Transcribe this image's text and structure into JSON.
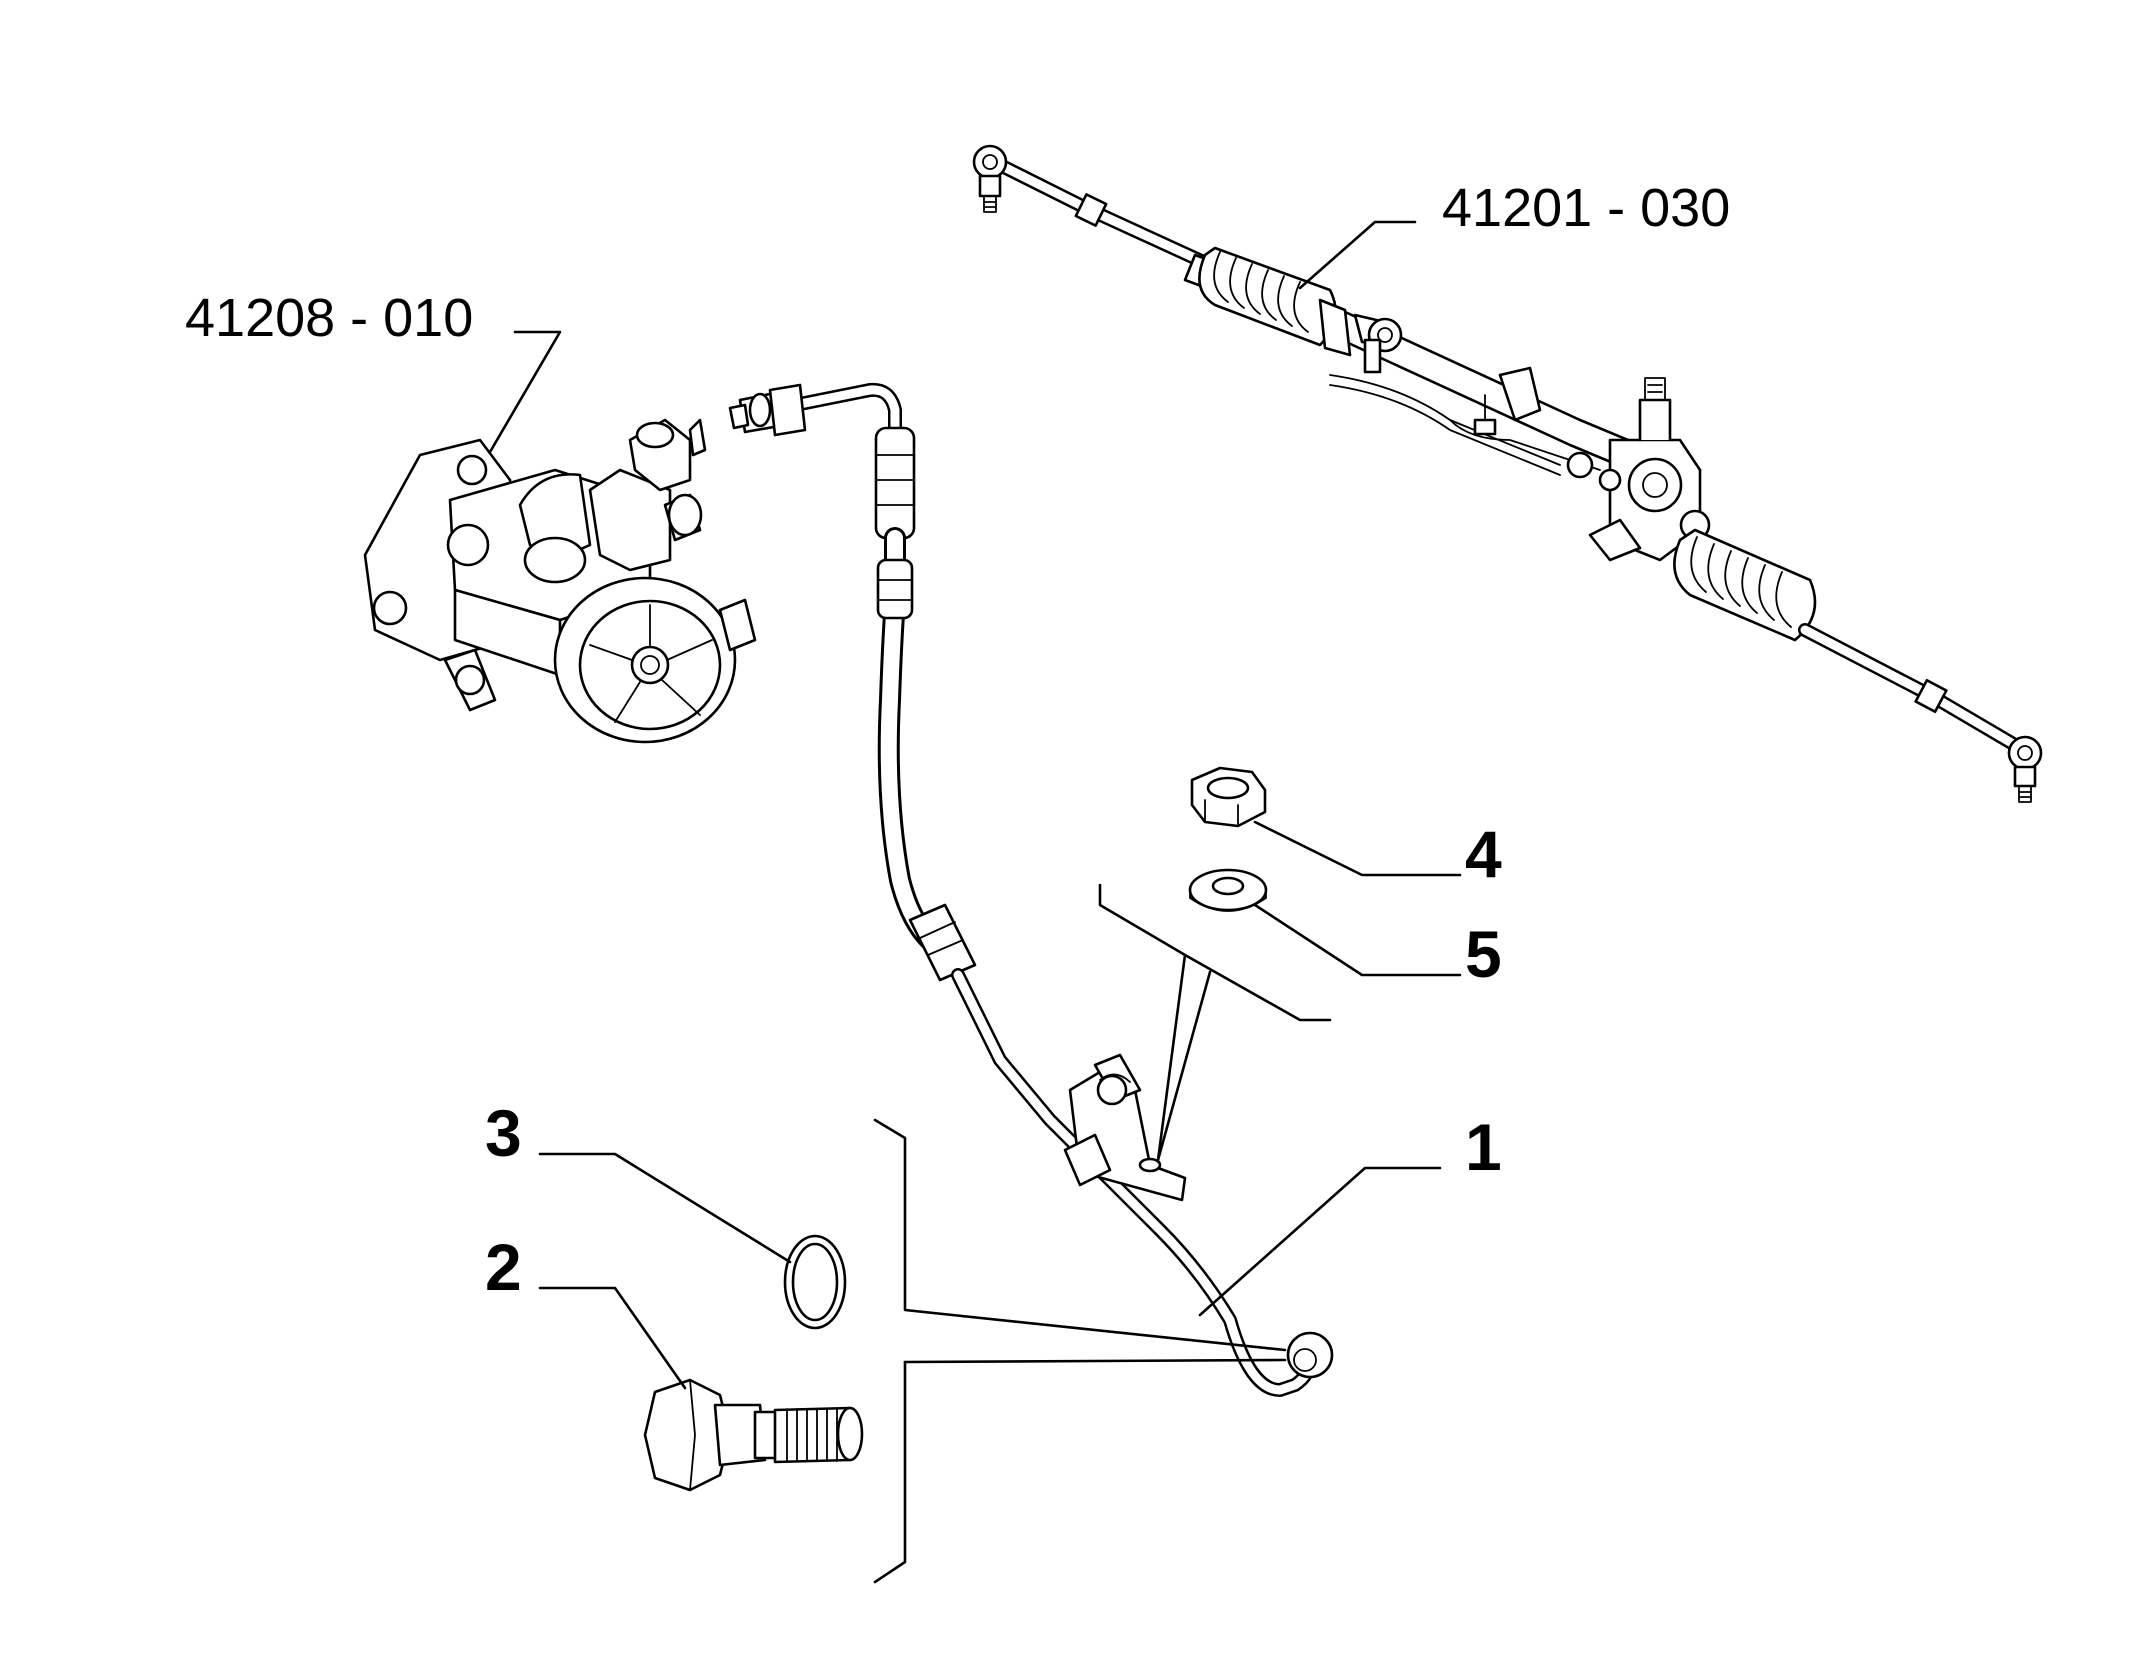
{
  "diagram": {
    "references": {
      "steering_rack": "41201 - 030",
      "power_steering_pump": "41208 - 010"
    },
    "part_numbers": {
      "hose": "1",
      "banjo_bolt": "2",
      "seal_ring": "3",
      "nut": "4",
      "washer": "5"
    }
  }
}
